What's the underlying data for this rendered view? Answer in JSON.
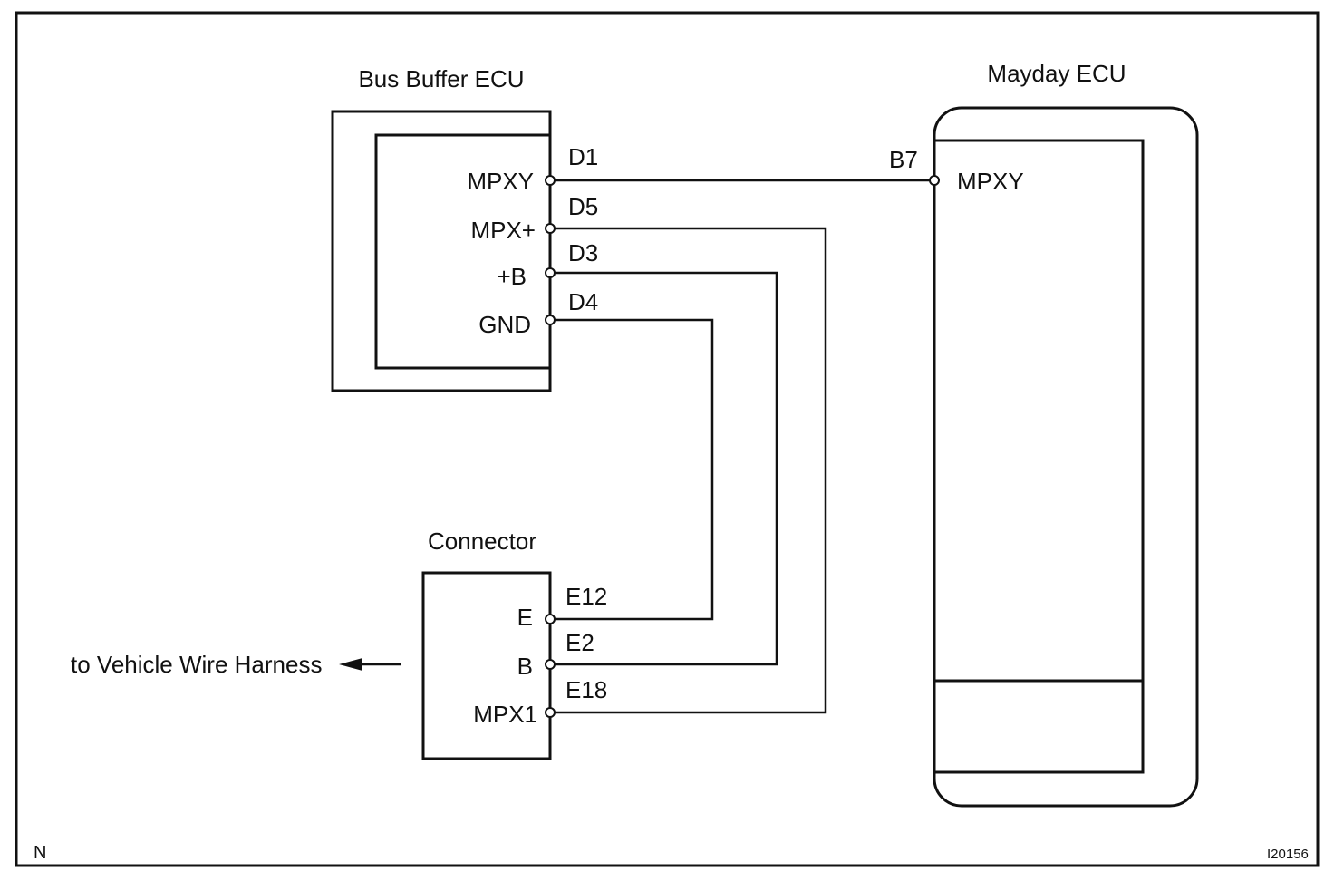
{
  "bus_buffer_ecu": {
    "title": "Bus Buffer ECU",
    "pins": [
      {
        "name": "MPXY",
        "terminal": "D1"
      },
      {
        "name": "MPX+",
        "terminal": "D5"
      },
      {
        "name": "+B",
        "terminal": "D3"
      },
      {
        "name": "GND",
        "terminal": "D4"
      }
    ]
  },
  "mayday_ecu": {
    "title": "Mayday ECU",
    "pins": [
      {
        "name": "MPXY",
        "terminal": "B7"
      }
    ]
  },
  "connector": {
    "title": "Connector",
    "pins": [
      {
        "name": "E",
        "terminal": "E12"
      },
      {
        "name": "B",
        "terminal": "E2"
      },
      {
        "name": "MPX1",
        "terminal": "E18"
      }
    ]
  },
  "harness_note": "to Vehicle Wire Harness",
  "corner_label": "N",
  "figure_id": "I20156",
  "colors": {
    "line": "#111111",
    "background": "#ffffff"
  }
}
